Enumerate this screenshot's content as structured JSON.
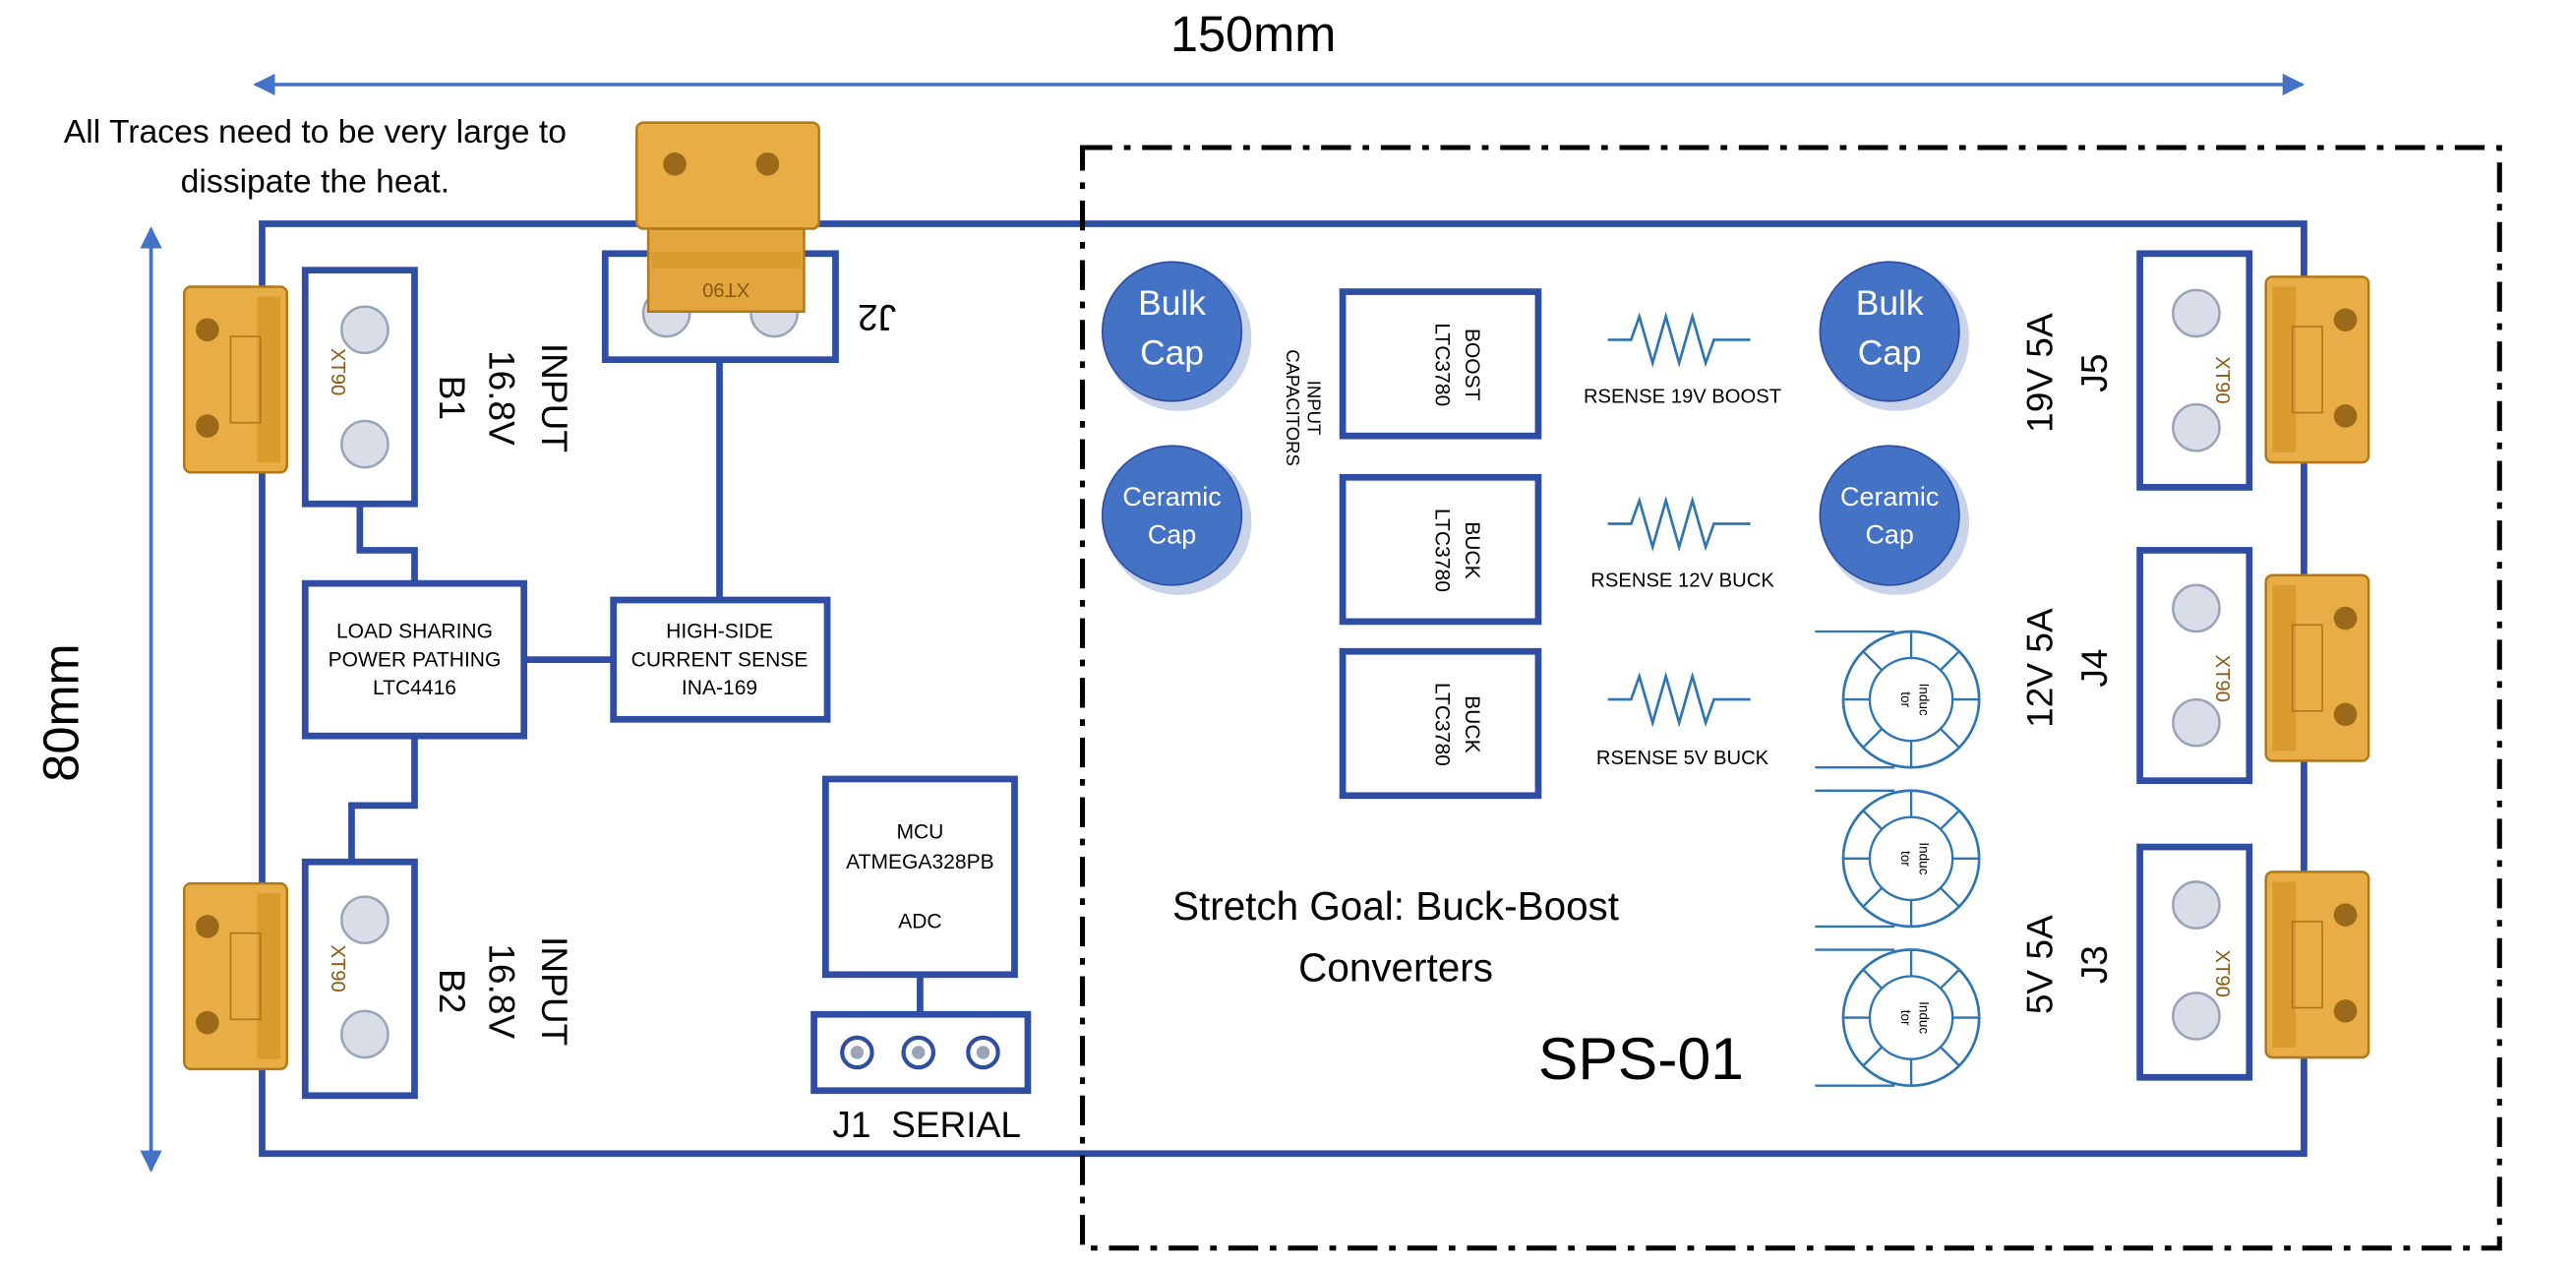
{
  "dimensions": {
    "width": "150mm",
    "height": "80mm"
  },
  "note": {
    "line1": "All Traces need to be very large to",
    "line2": "dissipate the heat."
  },
  "connectors": {
    "b1": {
      "ref": "B1",
      "label1": "INPUT",
      "label2": "16.8V",
      "marking": "XT90"
    },
    "b2": {
      "ref": "B2",
      "label1": "INPUT",
      "label2": "16.8V",
      "marking": "XT90"
    },
    "j2": {
      "ref": "J2",
      "marking": "XT90"
    },
    "j5": {
      "ref": "J5",
      "label": "19V 5A",
      "marking": "XT90"
    },
    "j4": {
      "ref": "J4",
      "label": "12V 5A",
      "marking": "XT90"
    },
    "j3": {
      "ref": "J3",
      "label": "5V 5A",
      "marking": "XT90"
    },
    "j1": {
      "label": "J1  SERIAL"
    }
  },
  "blocks": {
    "load_sharing": {
      "line1": "LOAD SHARING",
      "line2": "POWER PATHING",
      "line3": "LTC4416"
    },
    "current_sense": {
      "line1": "HIGH-SIDE",
      "line2": "CURRENT SENSE",
      "line3": "INA-169"
    },
    "mcu": {
      "line1": "MCU",
      "line2": "ATMEGA328PB",
      "line3": "ADC"
    },
    "boost": {
      "line1": "BOOST",
      "line2": "LTC3780"
    },
    "buck12": {
      "line1": "BUCK",
      "line2": "LTC3780"
    },
    "buck5": {
      "line1": "BUCK",
      "line2": "LTC3780"
    }
  },
  "caps": {
    "bulk_in": {
      "line1": "Bulk",
      "line2": "Cap"
    },
    "ceramic_in": {
      "line1": "Ceramic",
      "line2": "Cap"
    },
    "bulk_out": {
      "line1": "Bulk",
      "line2": "Cap"
    },
    "ceramic_out": {
      "line1": "Ceramic",
      "line2": "Cap"
    },
    "input_caps": {
      "line1": "INPUT",
      "line2": "CAPACITORS"
    }
  },
  "resistors": {
    "r19": "RSENSE 19V BOOST",
    "r12": "RSENSE 12V BUCK",
    "r5": "RSENSE 5V BUCK"
  },
  "inductors": {
    "line1": "Induc",
    "line2": "tor"
  },
  "stretch_goal": {
    "line1": "Stretch Goal: Buck-Boost",
    "line2": "Converters"
  },
  "board_name": "SPS-01",
  "colors": {
    "board": "#2f4ea3",
    "arrow": "#4472c4",
    "cap": "#4472c4",
    "inductor": "#2e75b6",
    "connector": "#e5a93c",
    "connector_dark": "#b07a1c",
    "dash": "#000000"
  }
}
